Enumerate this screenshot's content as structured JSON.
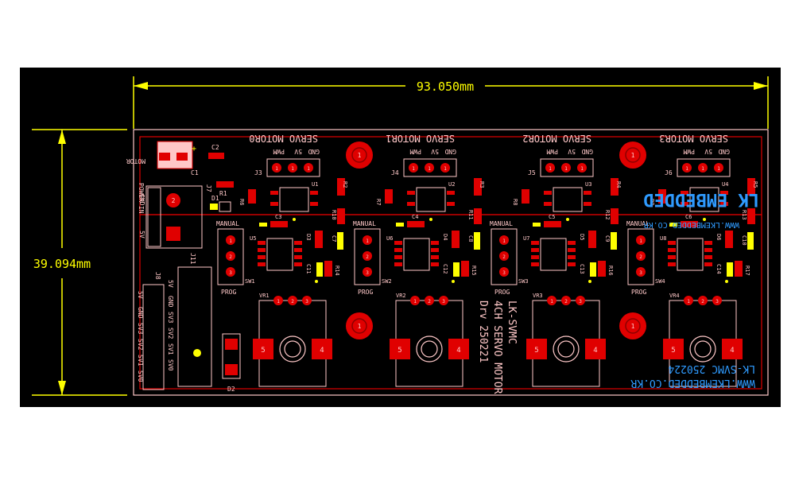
{
  "dimensions": {
    "width_label": "93.050mm",
    "height_label": "39.094mm"
  },
  "colors": {
    "background": "#000000",
    "outline": "#ff3d3d",
    "pad": "#e00000",
    "silk": "#ffc8c8",
    "yellow": "#ffff00",
    "dim": "#ffff00",
    "blue": "#2f9bff"
  },
  "servo_titles": [
    "SERVO MOTOR0",
    "SERVO MOTOR1",
    "SERVO MOTOR2",
    "SERVO MOTOR3"
  ],
  "pin_header_labels": [
    "PWM",
    "5V",
    "GND"
  ],
  "jack_refs": [
    "J3",
    "J4",
    "J5",
    "J6"
  ],
  "u_top": [
    "U1",
    "U2",
    "U3",
    "U4"
  ],
  "u_bottom": [
    "U5",
    "U6",
    "U7",
    "U8"
  ],
  "sw_refs": [
    "SW1",
    "SW2",
    "SW3",
    "SW4"
  ],
  "vr_refs": [
    "VR1",
    "VR2",
    "VR3",
    "VR4"
  ],
  "mode_labels": {
    "manual": "MANUAL",
    "prog": "PROG"
  },
  "res_left": [
    "R6",
    "R7",
    "R8",
    "R9"
  ],
  "res_top": [
    "R2",
    "R3",
    "R4",
    "R5"
  ],
  "res_a": [
    "R10",
    "R11",
    "R12",
    "R13"
  ],
  "res_b": [
    "R14",
    "R15",
    "R16",
    "R17"
  ],
  "cap_a": [
    "C3",
    "C4",
    "C5",
    "C6"
  ],
  "cap_b": [
    "C7",
    "C8",
    "C9",
    "C10"
  ],
  "cap_c": [
    "C11",
    "C12",
    "C13",
    "C14"
  ],
  "diode_refs": [
    "D3",
    "D4",
    "D5",
    "D6"
  ],
  "power": {
    "cap": "C1",
    "cap2": "C2",
    "j7": "J7",
    "r1": "R1",
    "d1": "D1",
    "label_power": "POWER IN",
    "label_motor": "MOTOR",
    "gnd": "GND",
    "v5": "5V",
    "plus": "+"
  },
  "j8": {
    "ref": "J8",
    "rows": [
      "5V",
      "GND",
      "SV3",
      "SV2",
      "SV1",
      "SV0"
    ],
    "rows2": [
      "5V",
      "GND",
      "SV3",
      "SV2",
      "SV1",
      "SV0"
    ]
  },
  "j11": "J11",
  "d2": "D2",
  "pot_pads": {
    "left": "5",
    "right": "4"
  },
  "mount_label": "1",
  "header_pin": "1",
  "jack_pin": "2",
  "center_text": [
    "LK-SVMC",
    "4CH SERVO MOTOR",
    "Drv 250221"
  ],
  "logo": "LK EMBEDDED",
  "logo_url": "WWW.LKEMBEDDED.CO.KR",
  "bottom_text": [
    "LK-SVMC 250224",
    "WWW.LKEMBEDDED.CO.KR"
  ]
}
